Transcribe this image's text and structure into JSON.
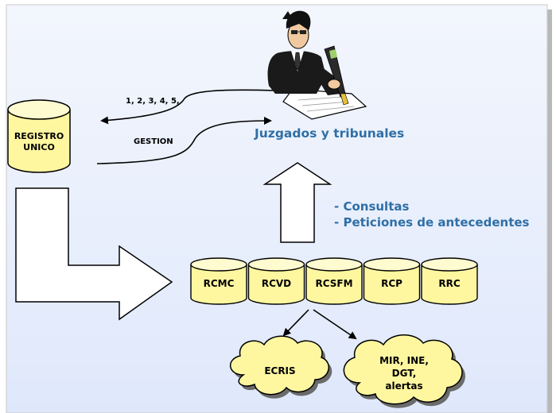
{
  "registro": {
    "line1": "REGISTRO",
    "line2": "UNICO"
  },
  "arrows": {
    "top_label": "1, 2, 3, 4, 5,",
    "bottom_label": "GESTION"
  },
  "judge": {
    "label": "Juzgados y tribunales"
  },
  "queries": {
    "line1": "- Consultas",
    "line2": "- Peticiones de antecedentes"
  },
  "databases": [
    "RCMC",
    "RCVD",
    "RCSFM",
    "RCP",
    "RRC"
  ],
  "clouds": {
    "left": {
      "line1": "ECRIS"
    },
    "right": {
      "line1": "MIR, INE,",
      "line2": "DGT,",
      "line3": "alertas"
    }
  },
  "colors": {
    "background": "#e4ecfb",
    "cylinder_fill": "#fff7a0",
    "label_blue": "#2f6fa6",
    "cloud_fill": "#fff7a0"
  }
}
